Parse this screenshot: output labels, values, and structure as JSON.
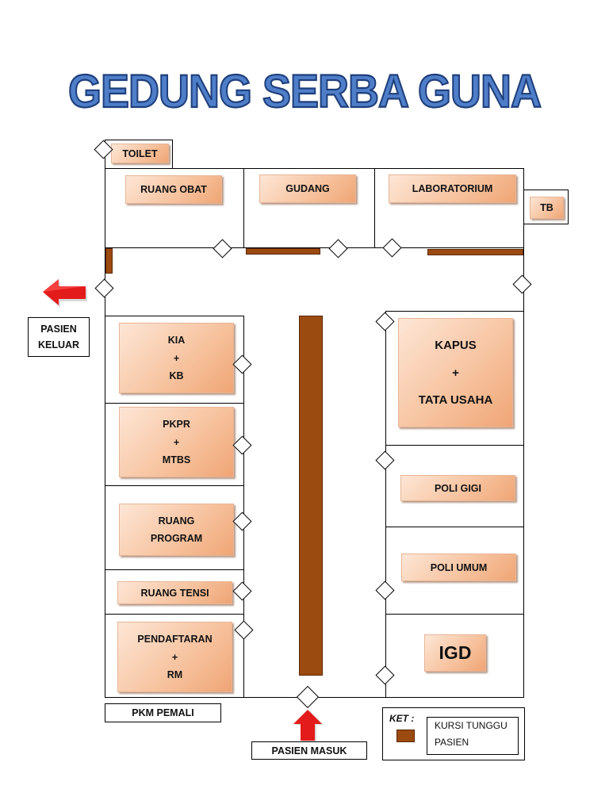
{
  "title": "GEDUNG SERBA GUNA",
  "rooms": {
    "toilet": "TOILET",
    "ruang_obat": "RUANG OBAT",
    "gudang": "GUDANG",
    "laboratorium": "LABORATORIUM",
    "tb": "TB",
    "kia": {
      "line1": "KIA",
      "line2": "+",
      "line3": "KB"
    },
    "pkpr": {
      "line1": "PKPR",
      "line2": "+",
      "line3": "MTBS"
    },
    "ruang_program": {
      "line1": "RUANG",
      "line2": "PROGRAM"
    },
    "ruang_tensi": "RUANG TENSI",
    "pendaftaran": {
      "line1": "PENDAFTARAN",
      "line2": "+",
      "line3": "RM"
    },
    "kapus": {
      "line1": "KAPUS",
      "line2": "+",
      "line3": "TATA  USAHA"
    },
    "poli_gigi": "POLI GIGI",
    "poli_umum": "POLI UMUM",
    "igd": "IGD"
  },
  "exits": {
    "pasien_keluar": {
      "line1": "PASIEN",
      "line2": "KELUAR"
    },
    "pasien_masuk": "PASIEN MASUK"
  },
  "building_name": "PKM PEMALI",
  "legend": {
    "heading": "KET :",
    "bench_label_line1": "KURSI TUNGGU",
    "bench_label_line2": "PASIEN"
  },
  "colors": {
    "bench": "#9b4a10",
    "arrow": "#e31b1b",
    "title": "#4f7ec9"
  }
}
